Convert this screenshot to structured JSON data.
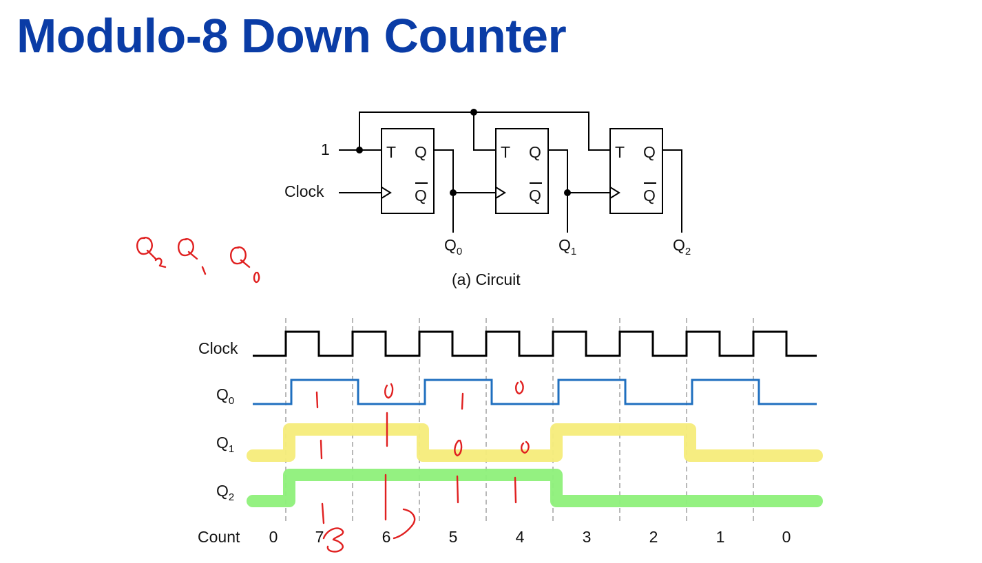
{
  "title": "Modulo-8 Down Counter",
  "circuit": {
    "input_one": "1",
    "clock_label": "Clock",
    "ff_t_label": "T",
    "ff_q_label": "Q",
    "ff_qbar_label": "Q",
    "outputs": [
      {
        "main": "Q",
        "sub": "0"
      },
      {
        "main": "Q",
        "sub": "1"
      },
      {
        "main": "Q",
        "sub": "2"
      }
    ],
    "caption": "(a) Circuit"
  },
  "timing": {
    "signal_labels": [
      {
        "main": "Clock",
        "sub": ""
      },
      {
        "main": "Q",
        "sub": "0"
      },
      {
        "main": "Q",
        "sub": "1"
      },
      {
        "main": "Q",
        "sub": "2"
      }
    ],
    "count_label": "Count",
    "counts": [
      "0",
      "7",
      "6",
      "5",
      "4",
      "3",
      "2",
      "1",
      "0"
    ],
    "q0_levels": [
      0,
      1,
      0,
      1,
      0,
      1,
      0,
      1,
      0
    ],
    "q1_levels": [
      0,
      1,
      1,
      0,
      0,
      1,
      1,
      0,
      0
    ],
    "q2_levels": [
      0,
      1,
      1,
      1,
      1,
      0,
      0,
      0,
      0
    ]
  },
  "annotations": {
    "red_order_note": [
      "Q2",
      "Q1",
      "Q0"
    ],
    "q0_marks": [
      "1",
      "0",
      "1",
      "0"
    ],
    "q1_marks": [
      "1",
      "1",
      "0",
      "0"
    ],
    "q2_marks": [
      "1",
      "1",
      "1",
      "1"
    ]
  },
  "colors": {
    "title": "#0a3ca6",
    "clock": "#000000",
    "q0": "#1f6fbf",
    "q1_highlight": "#f5ec7a",
    "q2_highlight": "#8ef07a",
    "ink": "#e02020",
    "grid": "#9a9a9a"
  }
}
